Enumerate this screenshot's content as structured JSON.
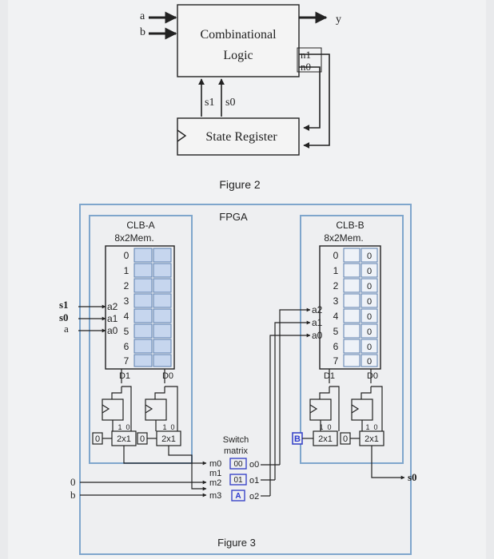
{
  "figure2": {
    "caption": "Figure 2",
    "inputs": [
      "a",
      "b"
    ],
    "output": "y",
    "logic_line1": "Combinational",
    "logic_line2": "Logic",
    "next_state": [
      "n1",
      "n0"
    ],
    "state_bits": [
      "s1",
      "s0"
    ],
    "register": "State Register"
  },
  "figure3": {
    "caption": "Figure 3",
    "fpga_label": "FPGA",
    "clb_a": {
      "title": "CLB-A",
      "mem": "8x2Mem.",
      "addresses": [
        "0",
        "1",
        "2",
        "3",
        "4",
        "5",
        "6",
        "7"
      ],
      "addr_inputs": [
        "a2",
        "a1",
        "a0"
      ],
      "outputs": [
        "D1",
        "D0"
      ],
      "mux": [
        "2x1",
        "2x1"
      ],
      "mux_const": [
        "0",
        "0"
      ],
      "mux_sel_labels": [
        "1",
        "0"
      ]
    },
    "clb_b": {
      "title": "CLB-B",
      "mem": "8x2Mem.",
      "addresses": [
        "0",
        "1",
        "2",
        "3",
        "4",
        "5",
        "6",
        "7"
      ],
      "d0_values": [
        "0",
        "0",
        "0",
        "0",
        "0",
        "0",
        "0",
        "0"
      ],
      "addr_inputs": [
        "a2",
        "a1",
        "a0"
      ],
      "outputs": [
        "D1",
        "D0"
      ],
      "mux": [
        "2x1",
        "2x1"
      ],
      "mux_const": [
        "B",
        "0"
      ],
      "mux_sel_labels": [
        "1",
        "0"
      ]
    },
    "external_inputs_left": [
      "s1",
      "s0",
      "a"
    ],
    "external_inputs_bottom": [
      "0",
      "b"
    ],
    "external_output_right": "s0",
    "switch_matrix": {
      "title_line1": "Switch",
      "title_line2": "matrix",
      "inputs": [
        "m0",
        "m1",
        "m2",
        "m3"
      ],
      "selects": [
        "00",
        "01",
        "A"
      ],
      "outputs": [
        "o0",
        "o1",
        "o2"
      ]
    }
  },
  "colors": {
    "mem_cell": "#c6d6ee",
    "border": "#7fa6cc",
    "highlight_box": "#3a46c8"
  }
}
